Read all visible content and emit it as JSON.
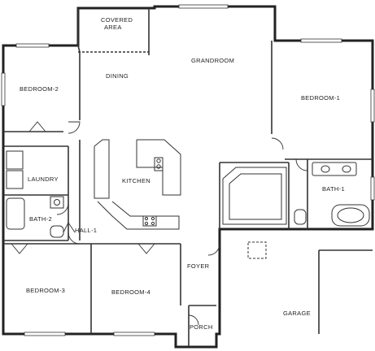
{
  "rooms": {
    "covered_area_line1": "COVERED",
    "covered_area_line2": "AREA",
    "dining": "DINING",
    "grandroom": "GRANDROOM",
    "bedroom_2": "BEDROOM-2",
    "bedroom_1": "BEDROOM-1",
    "laundry": "LAUNDRY",
    "kitchen": "KITCHEN",
    "bath_1": "BATH-1",
    "bath_2": "BATH-2",
    "hall_1": "HALL-1",
    "foyer": "FOYER",
    "bedroom_3": "BEDROOM-3",
    "bedroom_4": "BEDROOM-4",
    "garage": "GARAGE",
    "porch": "PORCH"
  }
}
